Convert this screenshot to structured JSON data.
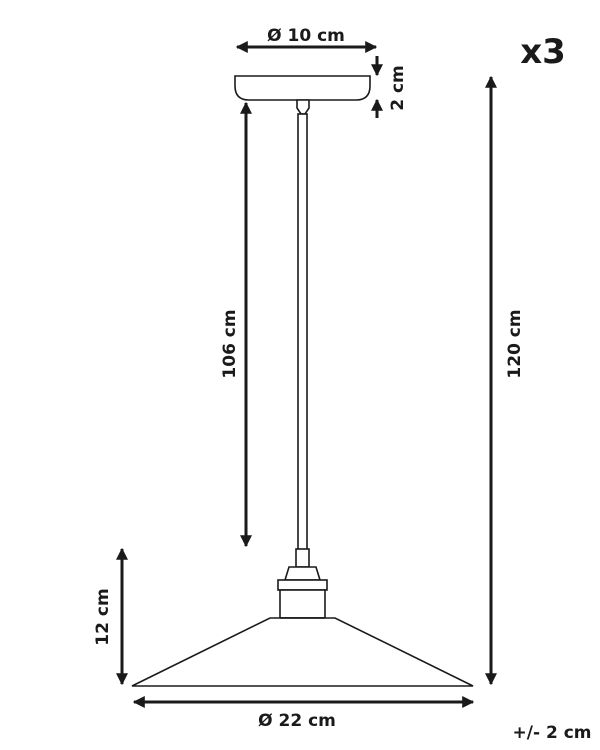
{
  "diagram": {
    "quantity": "x3",
    "dimensions": {
      "canopy_diameter": "Ø 10 cm",
      "canopy_height": "2 cm",
      "cord_length": "106 cm",
      "total_height": "120 cm",
      "shade_height": "12 cm",
      "shade_diameter": "Ø 22 cm"
    },
    "tolerance": "+/- 2 cm"
  }
}
